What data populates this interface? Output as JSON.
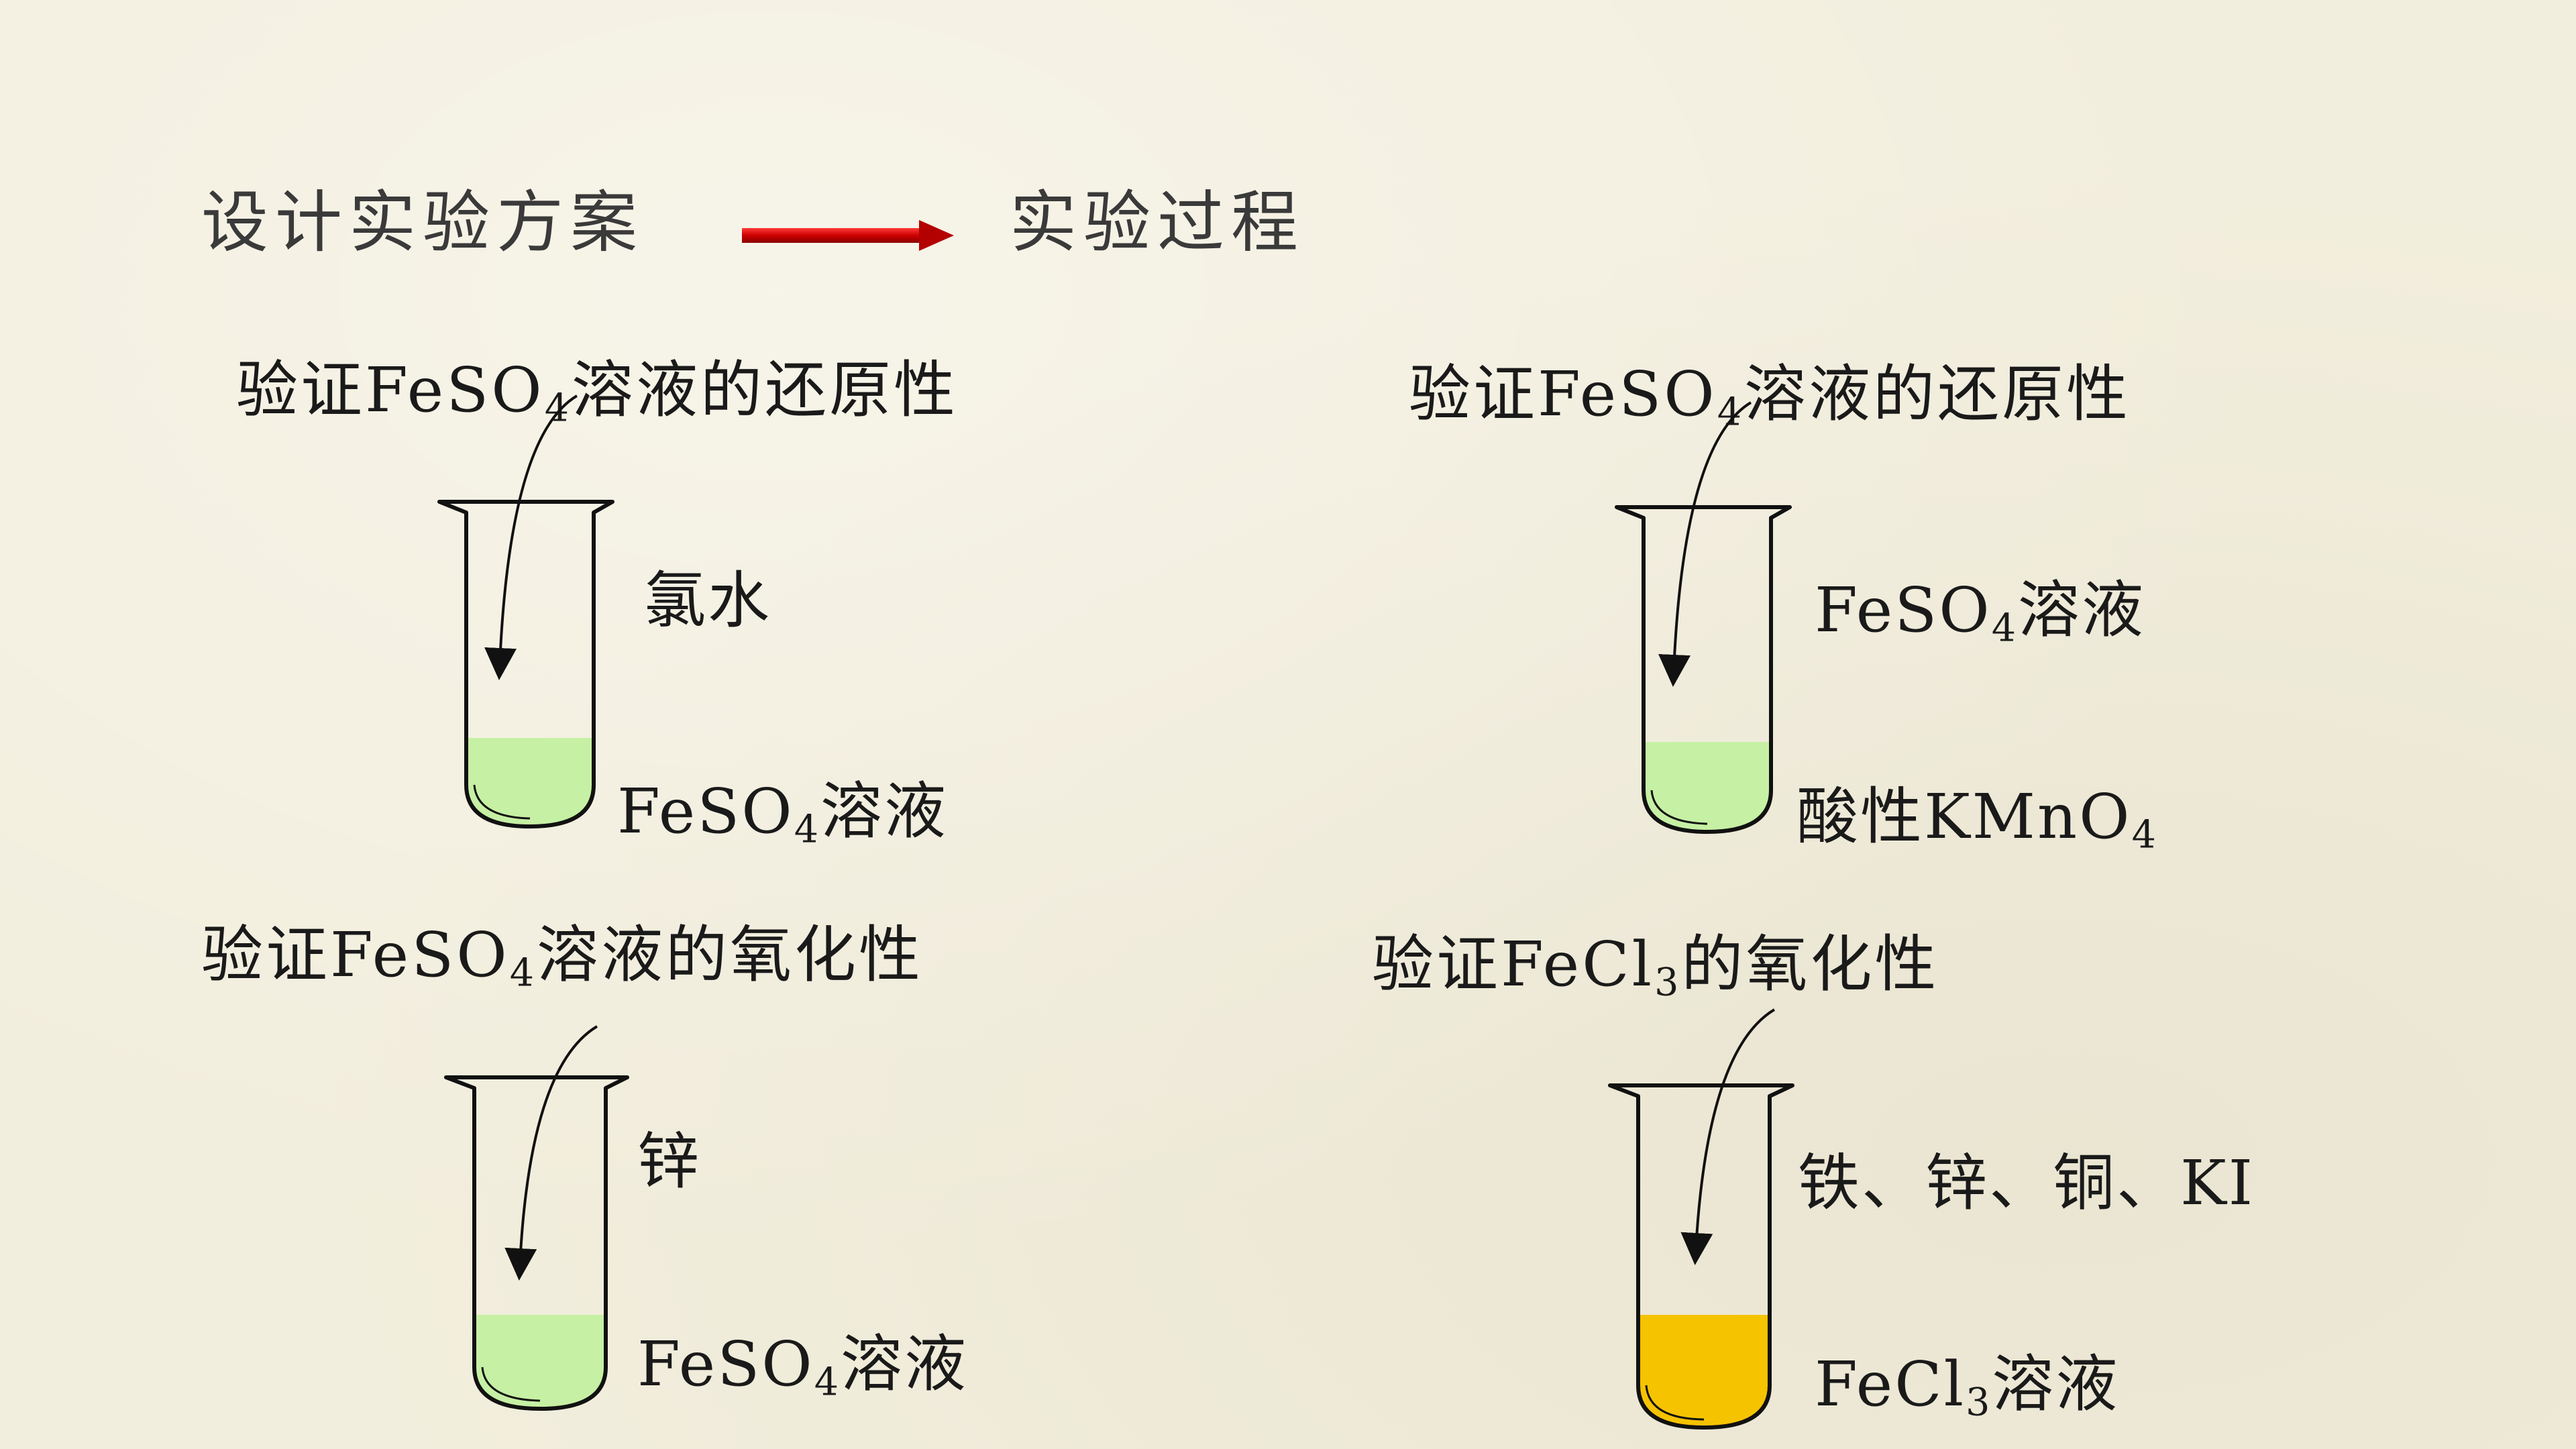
{
  "header": {
    "left": "设计实验方案",
    "right": "实验过程",
    "arrow_color": "#cc0000"
  },
  "colors": {
    "green_solution": "#c6f0a4",
    "yellow_solution": "#f6c300"
  },
  "experiments": [
    {
      "title_pre": "验证FeSO",
      "title_sub": "4",
      "title_post": "溶液的还原性",
      "reagent": "氯水",
      "solution_pre": "FeSO",
      "solution_sub": "4",
      "solution_post": "溶液"
    },
    {
      "title_pre": "验证FeSO",
      "title_sub": "4",
      "title_post": "溶液的还原性",
      "reagent_pre": "FeSO",
      "reagent_sub": "4",
      "reagent_post": "溶液",
      "solution_pre": "酸性KMnO",
      "solution_sub": "4"
    },
    {
      "title_pre": "验证FeSO",
      "title_sub": "4",
      "title_post": "溶液的氧化性",
      "reagent": "锌",
      "solution_pre": "FeSO",
      "solution_sub": "4",
      "solution_post": "溶液"
    },
    {
      "title_pre": "验证FeCl",
      "title_sub": "3",
      "title_post": "的氧化性",
      "reagent": "铁、锌、铜、KI",
      "solution_pre": "FeCl",
      "solution_sub": "3",
      "solution_post": "溶液"
    }
  ]
}
